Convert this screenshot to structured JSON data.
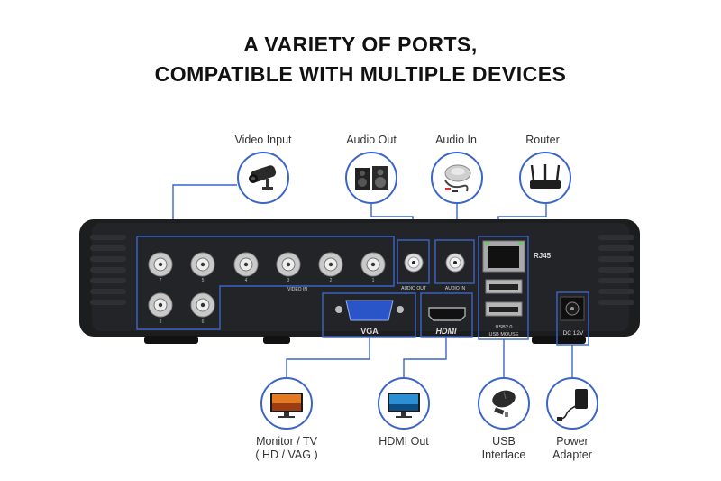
{
  "title": {
    "line1": "A VARIETY OF PORTS,",
    "line2": "COMPATIBLE WITH MULTIPLE DEVICES"
  },
  "top_labels": {
    "video_input": "Video Input",
    "audio_out": "Audio Out",
    "audio_in": "Audio In",
    "router": "Router"
  },
  "bottom_labels": {
    "monitor_line1": "Monitor / TV",
    "monitor_line2": "( HD / VAG )",
    "hdmi_out": "HDMI Out",
    "usb_line1": "USB",
    "usb_line2": "Interface",
    "power_line1": "Power",
    "power_line2": "Adapter"
  },
  "panel_labels": {
    "vga": "VGA",
    "hdmi": "HDMI",
    "rj45": "RJ45",
    "usb": "USB2.0",
    "usb_mouse": "USB MOUSE",
    "dc": "DC 12V",
    "video_in": "VIDEO IN",
    "audio_out": "AUDIO OUT",
    "audio_in": "AUDIO IN"
  },
  "bnc_numbers": [
    "7",
    "5",
    "4",
    "3",
    "2",
    "1",
    "8",
    "6"
  ],
  "colors": {
    "accent": "#3b65c8",
    "device": "#1c1d1f",
    "title": "#111111"
  }
}
